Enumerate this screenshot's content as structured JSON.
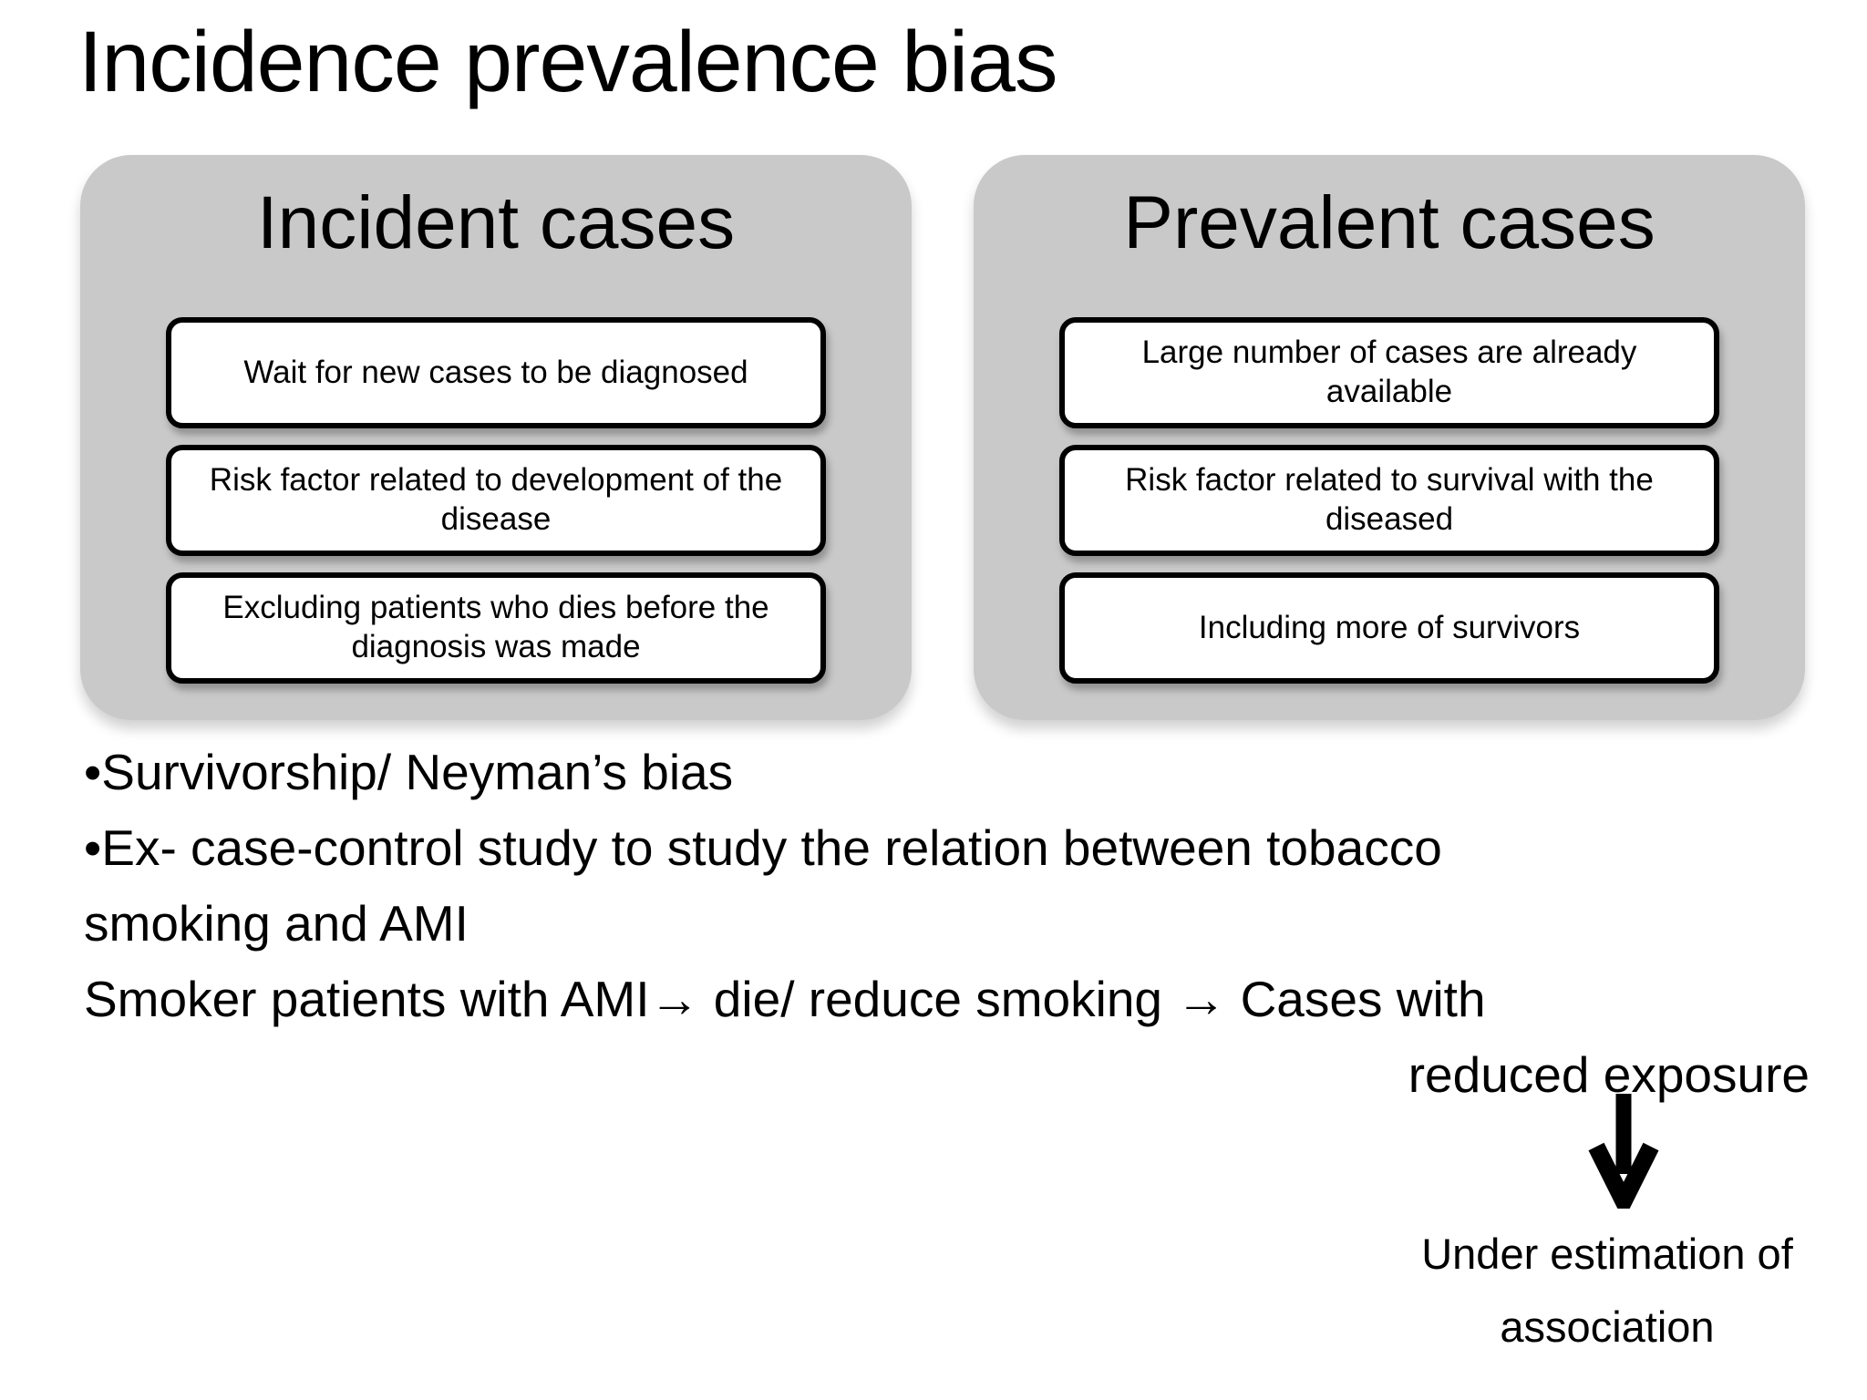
{
  "title": "Incidence prevalence bias",
  "panels": {
    "incident": {
      "header": "Incident cases",
      "boxes": [
        "Wait for new cases to be diagnosed",
        "Risk factor related to development of the disease",
        "Excluding patients who dies before the diagnosis was made"
      ]
    },
    "prevalent": {
      "header": "Prevalent cases",
      "boxes": [
        "Large number of cases are already available",
        "Risk factor related to survival with the diseased",
        "Including more of survivors"
      ]
    }
  },
  "body_lines": [
    "•Survivorship/ Neyman’s bias",
    "•Ex- case-control study to study the relation between tobacco",
    "smoking and AMI",
    "Smoker patients with AMI→ die/ reduce smoking → Cases with",
    "reduced exposure"
  ],
  "conclusion": "Under estimation of association",
  "icons": {
    "down_arrow": "down-arrow"
  },
  "colors": {
    "background": "#ffffff",
    "panel_bg": "#c9c9c9",
    "box_bg": "#ffffff",
    "ink": "#000000"
  }
}
